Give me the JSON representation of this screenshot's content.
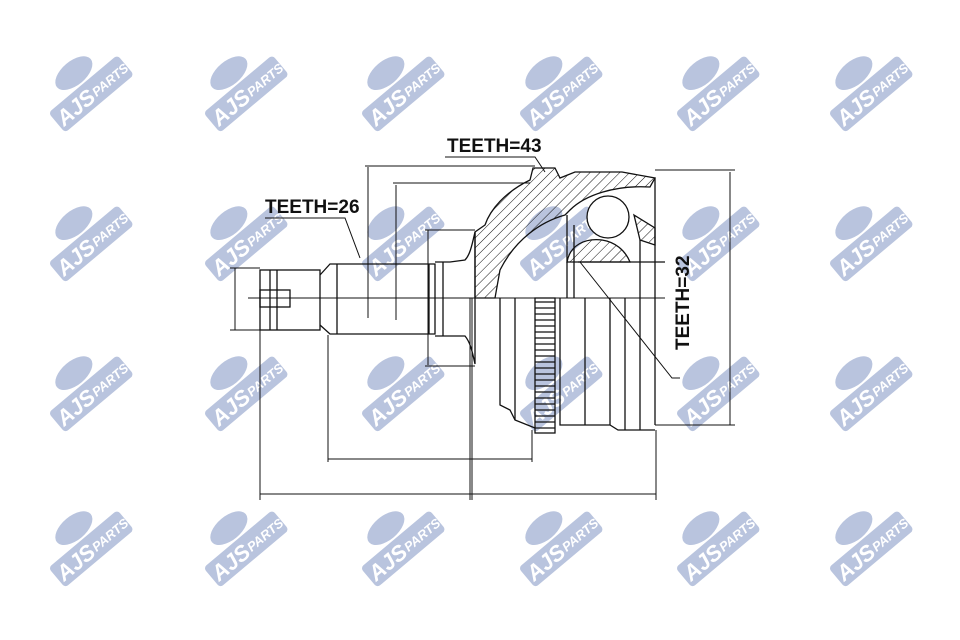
{
  "watermark": {
    "logo_text": "AJS",
    "logo_subtext": "PARTS",
    "color": "#b9c4de"
  },
  "labels": {
    "teeth_outer": "TEETH=43",
    "teeth_shaft": "TEETH=26",
    "teeth_inner": "TEETH=32"
  },
  "colors": {
    "line": "#111111",
    "background": "#ffffff"
  }
}
